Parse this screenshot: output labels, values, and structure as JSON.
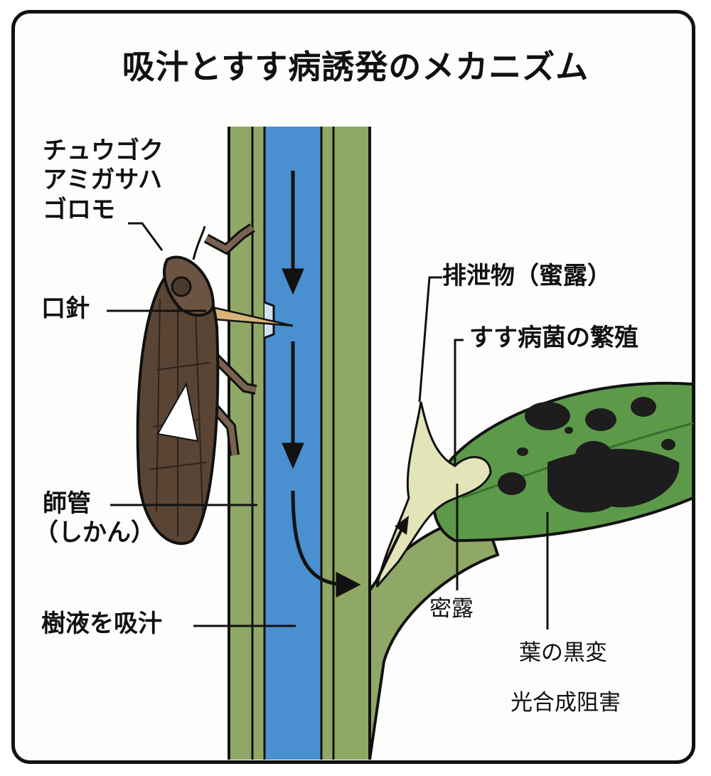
{
  "title": "吸汁とすす病誘発のメカニズム",
  "labels": {
    "insect_name": [
      "チュウゴク",
      "アミガサハ",
      "ゴロモ"
    ],
    "stylet": "口針",
    "phloem": [
      "師管",
      "（しかん）"
    ],
    "sap_sucking": "樹液を吸汁",
    "excretion": "排泄物（蜜露）",
    "sooty_mold": "すす病菌の繁殖",
    "honeydew": "密露",
    "leaf_blackening": "葉の黒変",
    "photosynthesis_inhibition": "光合成阻害"
  },
  "colors": {
    "stem_green": "#8fa865",
    "phloem_blue": "#4a8fcf",
    "leaf_green": "#5c9a4a",
    "honeydew_cream": "#e3e4b8",
    "mold_black": "#1d1d1d",
    "insect_brown": "#5a4535"
  }
}
